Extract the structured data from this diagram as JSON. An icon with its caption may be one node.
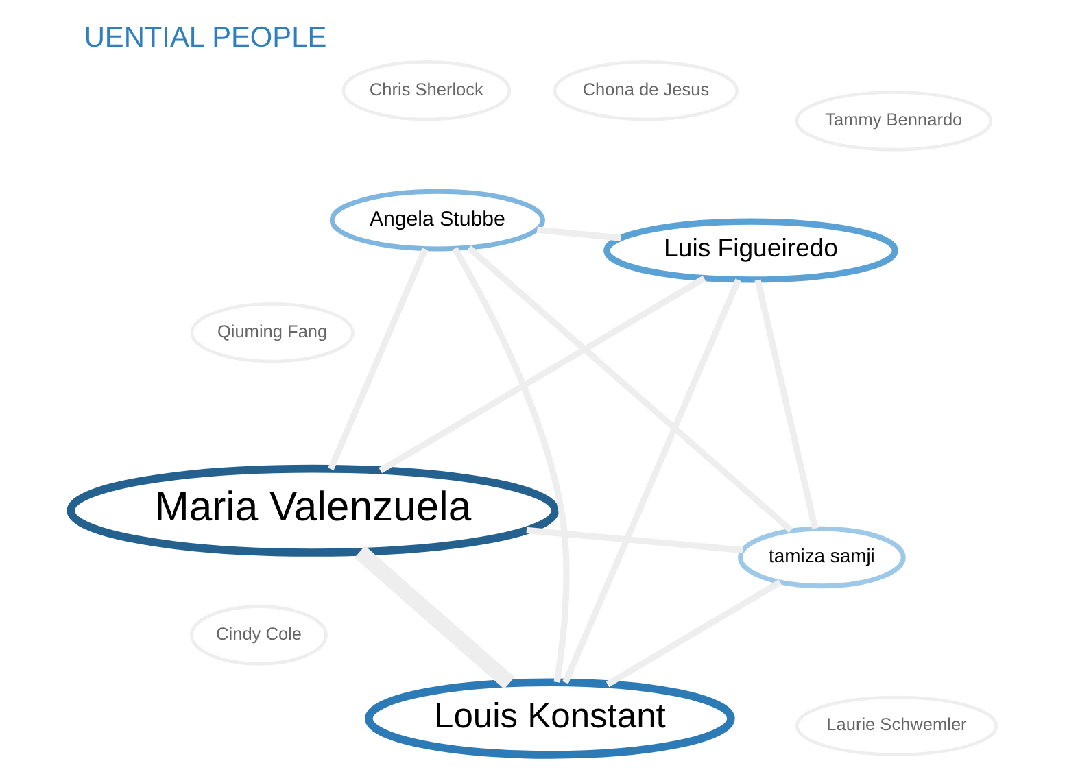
{
  "diagram": {
    "title": "UENTIAL PEOPLE",
    "nodes": [
      {
        "text": [
          "Maria Valenzuela"
        ]
      },
      {
        "text": [
          "Laurie Schwemler"
        ]
      },
      {
        "text": [
          "Cindy Cole"
        ]
      },
      {
        "text": [
          "tamiza samji"
        ]
      },
      {
        "text": [
          "Qiuming Fang"
        ]
      },
      {
        "text": [
          "Louis Konstant"
        ]
      },
      {
        "text": [
          "Chona de Jesus"
        ]
      },
      {
        "text": [
          "Tammy Bennardo"
        ]
      },
      {
        "text": [
          "Angela Stubbe"
        ]
      },
      {
        "text": [
          "Luis Figueiredo"
        ]
      },
      {
        "text": [
          "Chris Sherlock"
        ]
      }
    ],
    "edges": [
      {
        "from": 0,
        "to": 5,
        "arrow": "none",
        "style": "thick"
      },
      {
        "from": 0,
        "to": 3,
        "arrow": "none"
      },
      {
        "from": 0,
        "to": 9,
        "arrow": "none"
      },
      {
        "from": 0,
        "to": 8,
        "arrow": "none"
      },
      {
        "from": 5,
        "to": 3,
        "arrow": "none"
      },
      {
        "from": 5,
        "to": 8,
        "arrow": "none"
      },
      {
        "from": 5,
        "to": 9,
        "arrow": "none"
      },
      {
        "from": 3,
        "to": 9,
        "arrow": "none"
      },
      {
        "from": 3,
        "to": 8,
        "arrow": "none"
      },
      {
        "from": 9,
        "to": 8,
        "arrow": "none"
      }
    ]
  }
}
